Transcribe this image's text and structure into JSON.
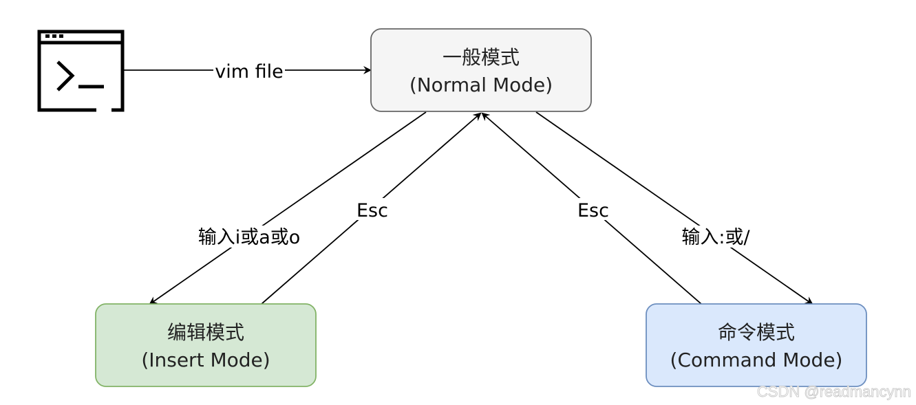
{
  "nodes": {
    "normal": {
      "title": "一般模式",
      "subtitle": "(Normal Mode)",
      "fill": "#f5f5f5",
      "stroke": "#666666"
    },
    "insert": {
      "title": "编辑模式",
      "subtitle": "(Insert Mode)",
      "fill": "#d5e8d4",
      "stroke": "#82b366"
    },
    "command": {
      "title": "命令模式",
      "subtitle": "(Command Mode)",
      "fill": "#dae8fc",
      "stroke": "#6c8ebf"
    }
  },
  "terminal": {
    "icon": "terminal-icon"
  },
  "edges": {
    "vim_file": "vim file",
    "enter_insert": "输入i或a或o",
    "esc_from_insert": "Esc",
    "esc_from_command": "Esc",
    "enter_command": "输入:或/"
  },
  "watermark": "CSDN @readmancynn"
}
